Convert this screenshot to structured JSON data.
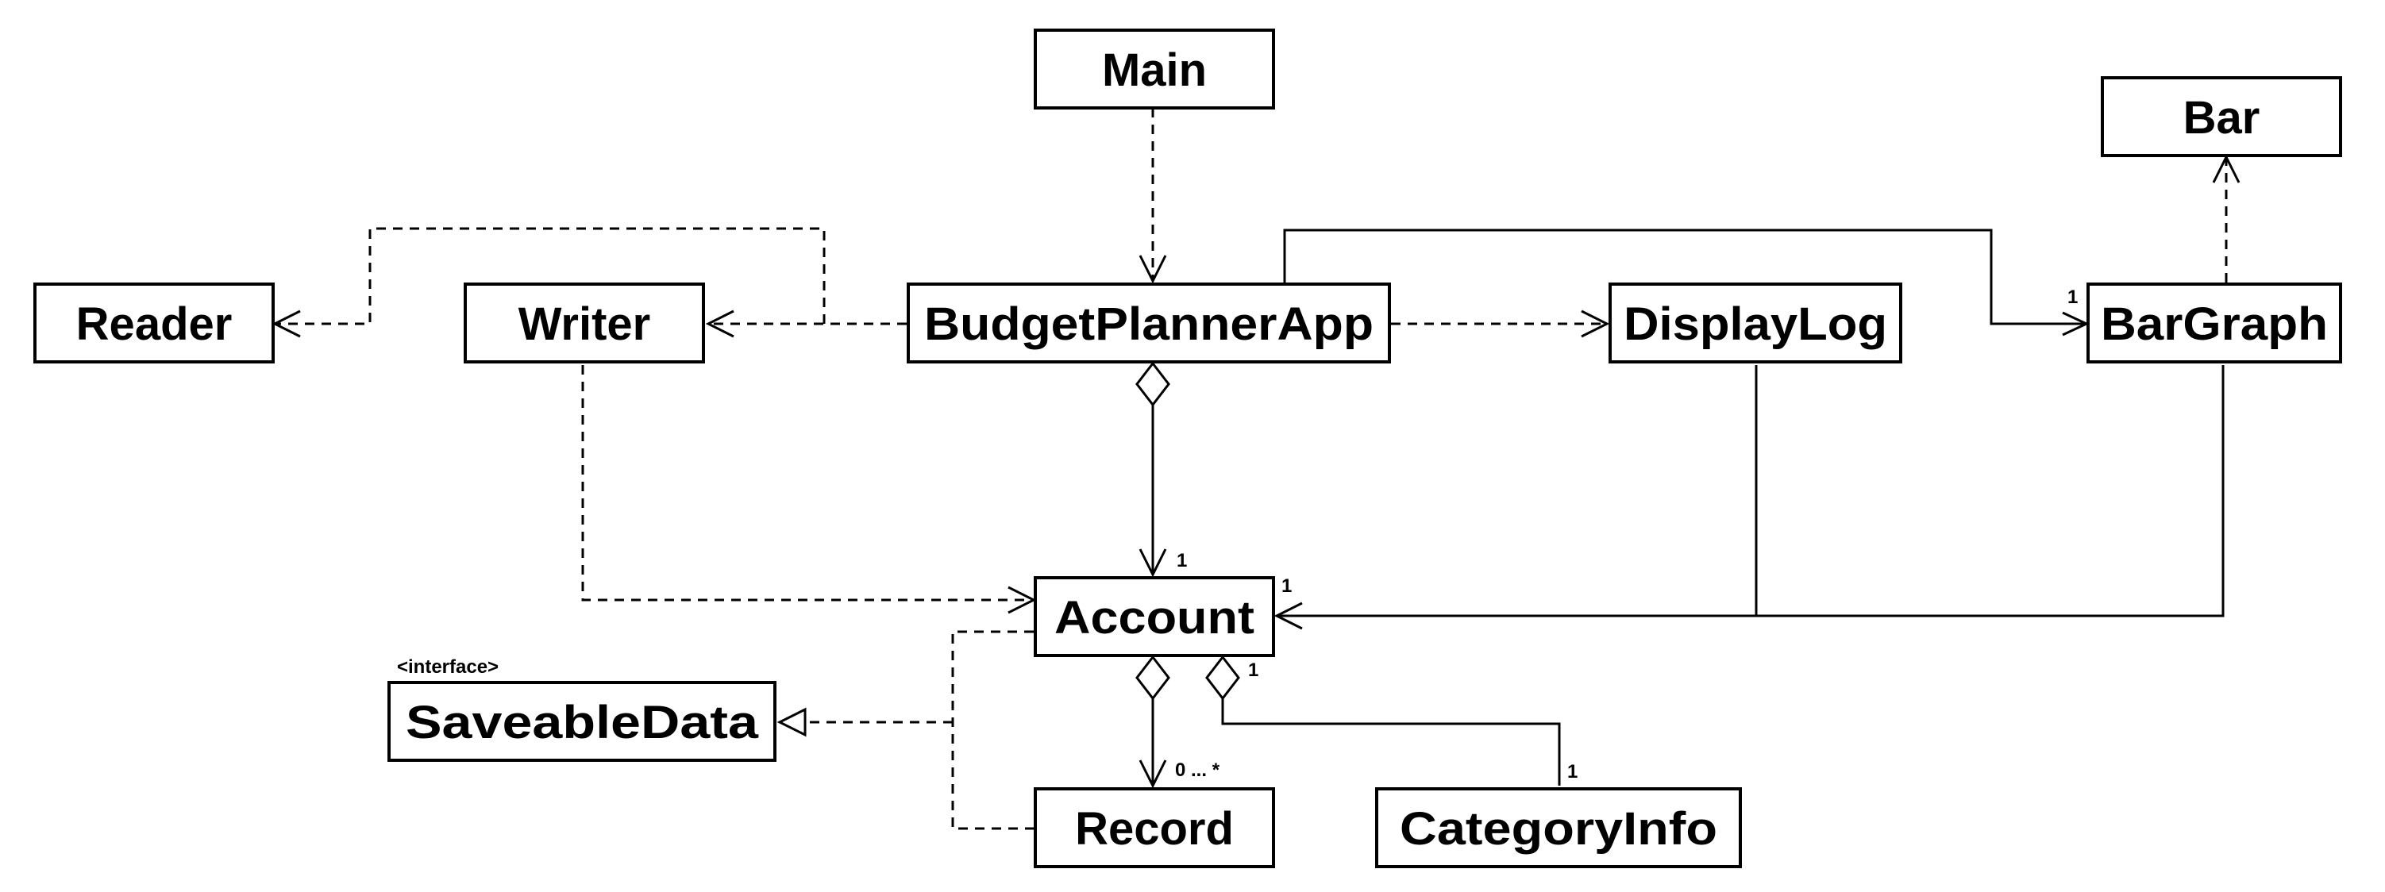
{
  "classes": {
    "main": "Main",
    "bar": "Bar",
    "reader": "Reader",
    "writer": "Writer",
    "budget_planner_app": "BudgetPlannerApp",
    "display_log": "DisplayLog",
    "bar_graph": "BarGraph",
    "account": "Account",
    "saveable_data": "SaveableData",
    "record": "Record",
    "category_info": "CategoryInfo"
  },
  "stereotypes": {
    "saveable_data": "<interface>"
  },
  "multiplicities": {
    "app_to_bargraph": "1",
    "app_to_account": "1",
    "views_to_account": "1",
    "account_category_diamond": "1",
    "account_to_record": "0 ... *",
    "category_info_end": "1"
  },
  "relationships": [
    {
      "type": "dependency",
      "from": "Main",
      "to": "BudgetPlannerApp"
    },
    {
      "type": "dependency",
      "from": "BarGraph",
      "to": "Bar"
    },
    {
      "type": "dependency",
      "from": "BudgetPlannerApp",
      "to": "Writer"
    },
    {
      "type": "dependency",
      "from": "BudgetPlannerApp",
      "to": "Reader"
    },
    {
      "type": "dependency",
      "from": "BudgetPlannerApp",
      "to": "DisplayLog"
    },
    {
      "type": "association",
      "from": "BudgetPlannerApp",
      "to": "BarGraph"
    },
    {
      "type": "aggregation",
      "from": "BudgetPlannerApp",
      "to": "Account"
    },
    {
      "type": "dependency",
      "from": "Writer",
      "to": "Account"
    },
    {
      "type": "association",
      "from": "DisplayLog",
      "to": "Account"
    },
    {
      "type": "association",
      "from": "BarGraph",
      "to": "Account"
    },
    {
      "type": "realization",
      "from": "Account",
      "to": "SaveableData"
    },
    {
      "type": "realization",
      "from": "Record",
      "to": "SaveableData"
    },
    {
      "type": "aggregation",
      "from": "Account",
      "to": "Record"
    },
    {
      "type": "aggregation",
      "from": "Account",
      "to": "CategoryInfo"
    }
  ]
}
